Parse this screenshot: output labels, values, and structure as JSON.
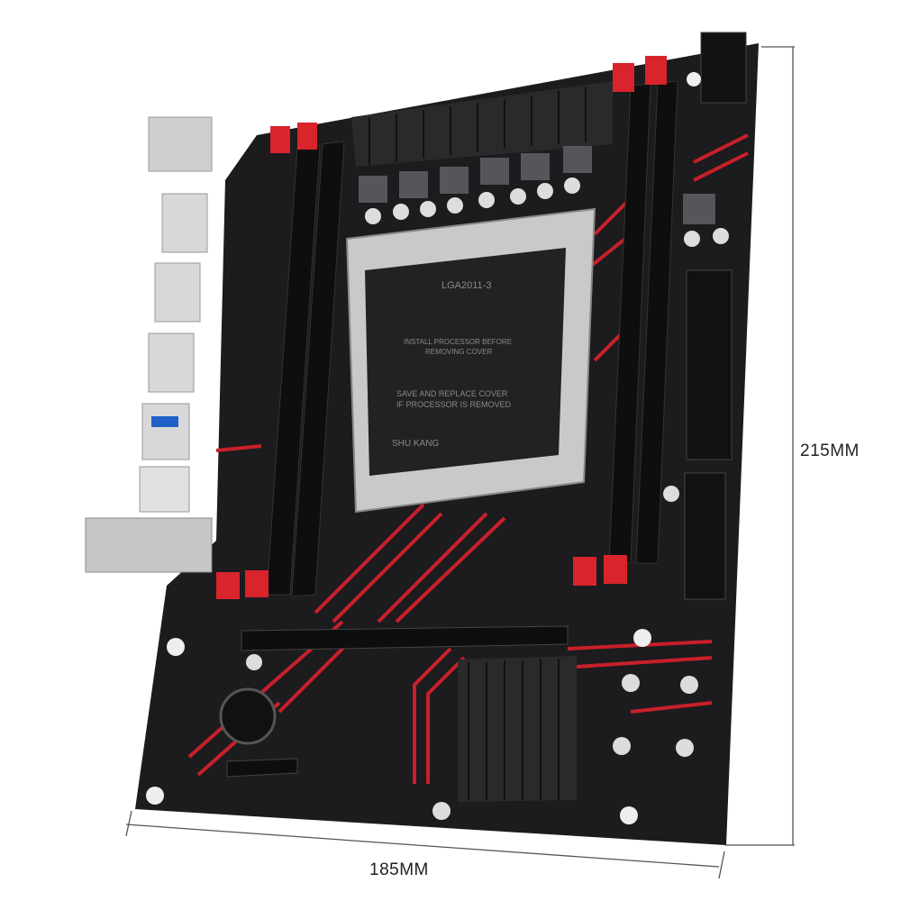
{
  "dimensions": {
    "height_label": "215MM",
    "width_label": "185MM"
  },
  "socket_cover": {
    "socket_label": "LGA2011-3",
    "line1": "INSTALL PROCESSOR BEFORE",
    "line2": "REMOVING COVER",
    "line3": "SAVE AND REPLACE COVER",
    "line4": "IF PROCESSOR IS REMOVED",
    "brand": "SHU KANG"
  },
  "colors": {
    "pcb": "#1c1b1d",
    "accent": "#d8242a",
    "metal": "#c9c9cc"
  }
}
